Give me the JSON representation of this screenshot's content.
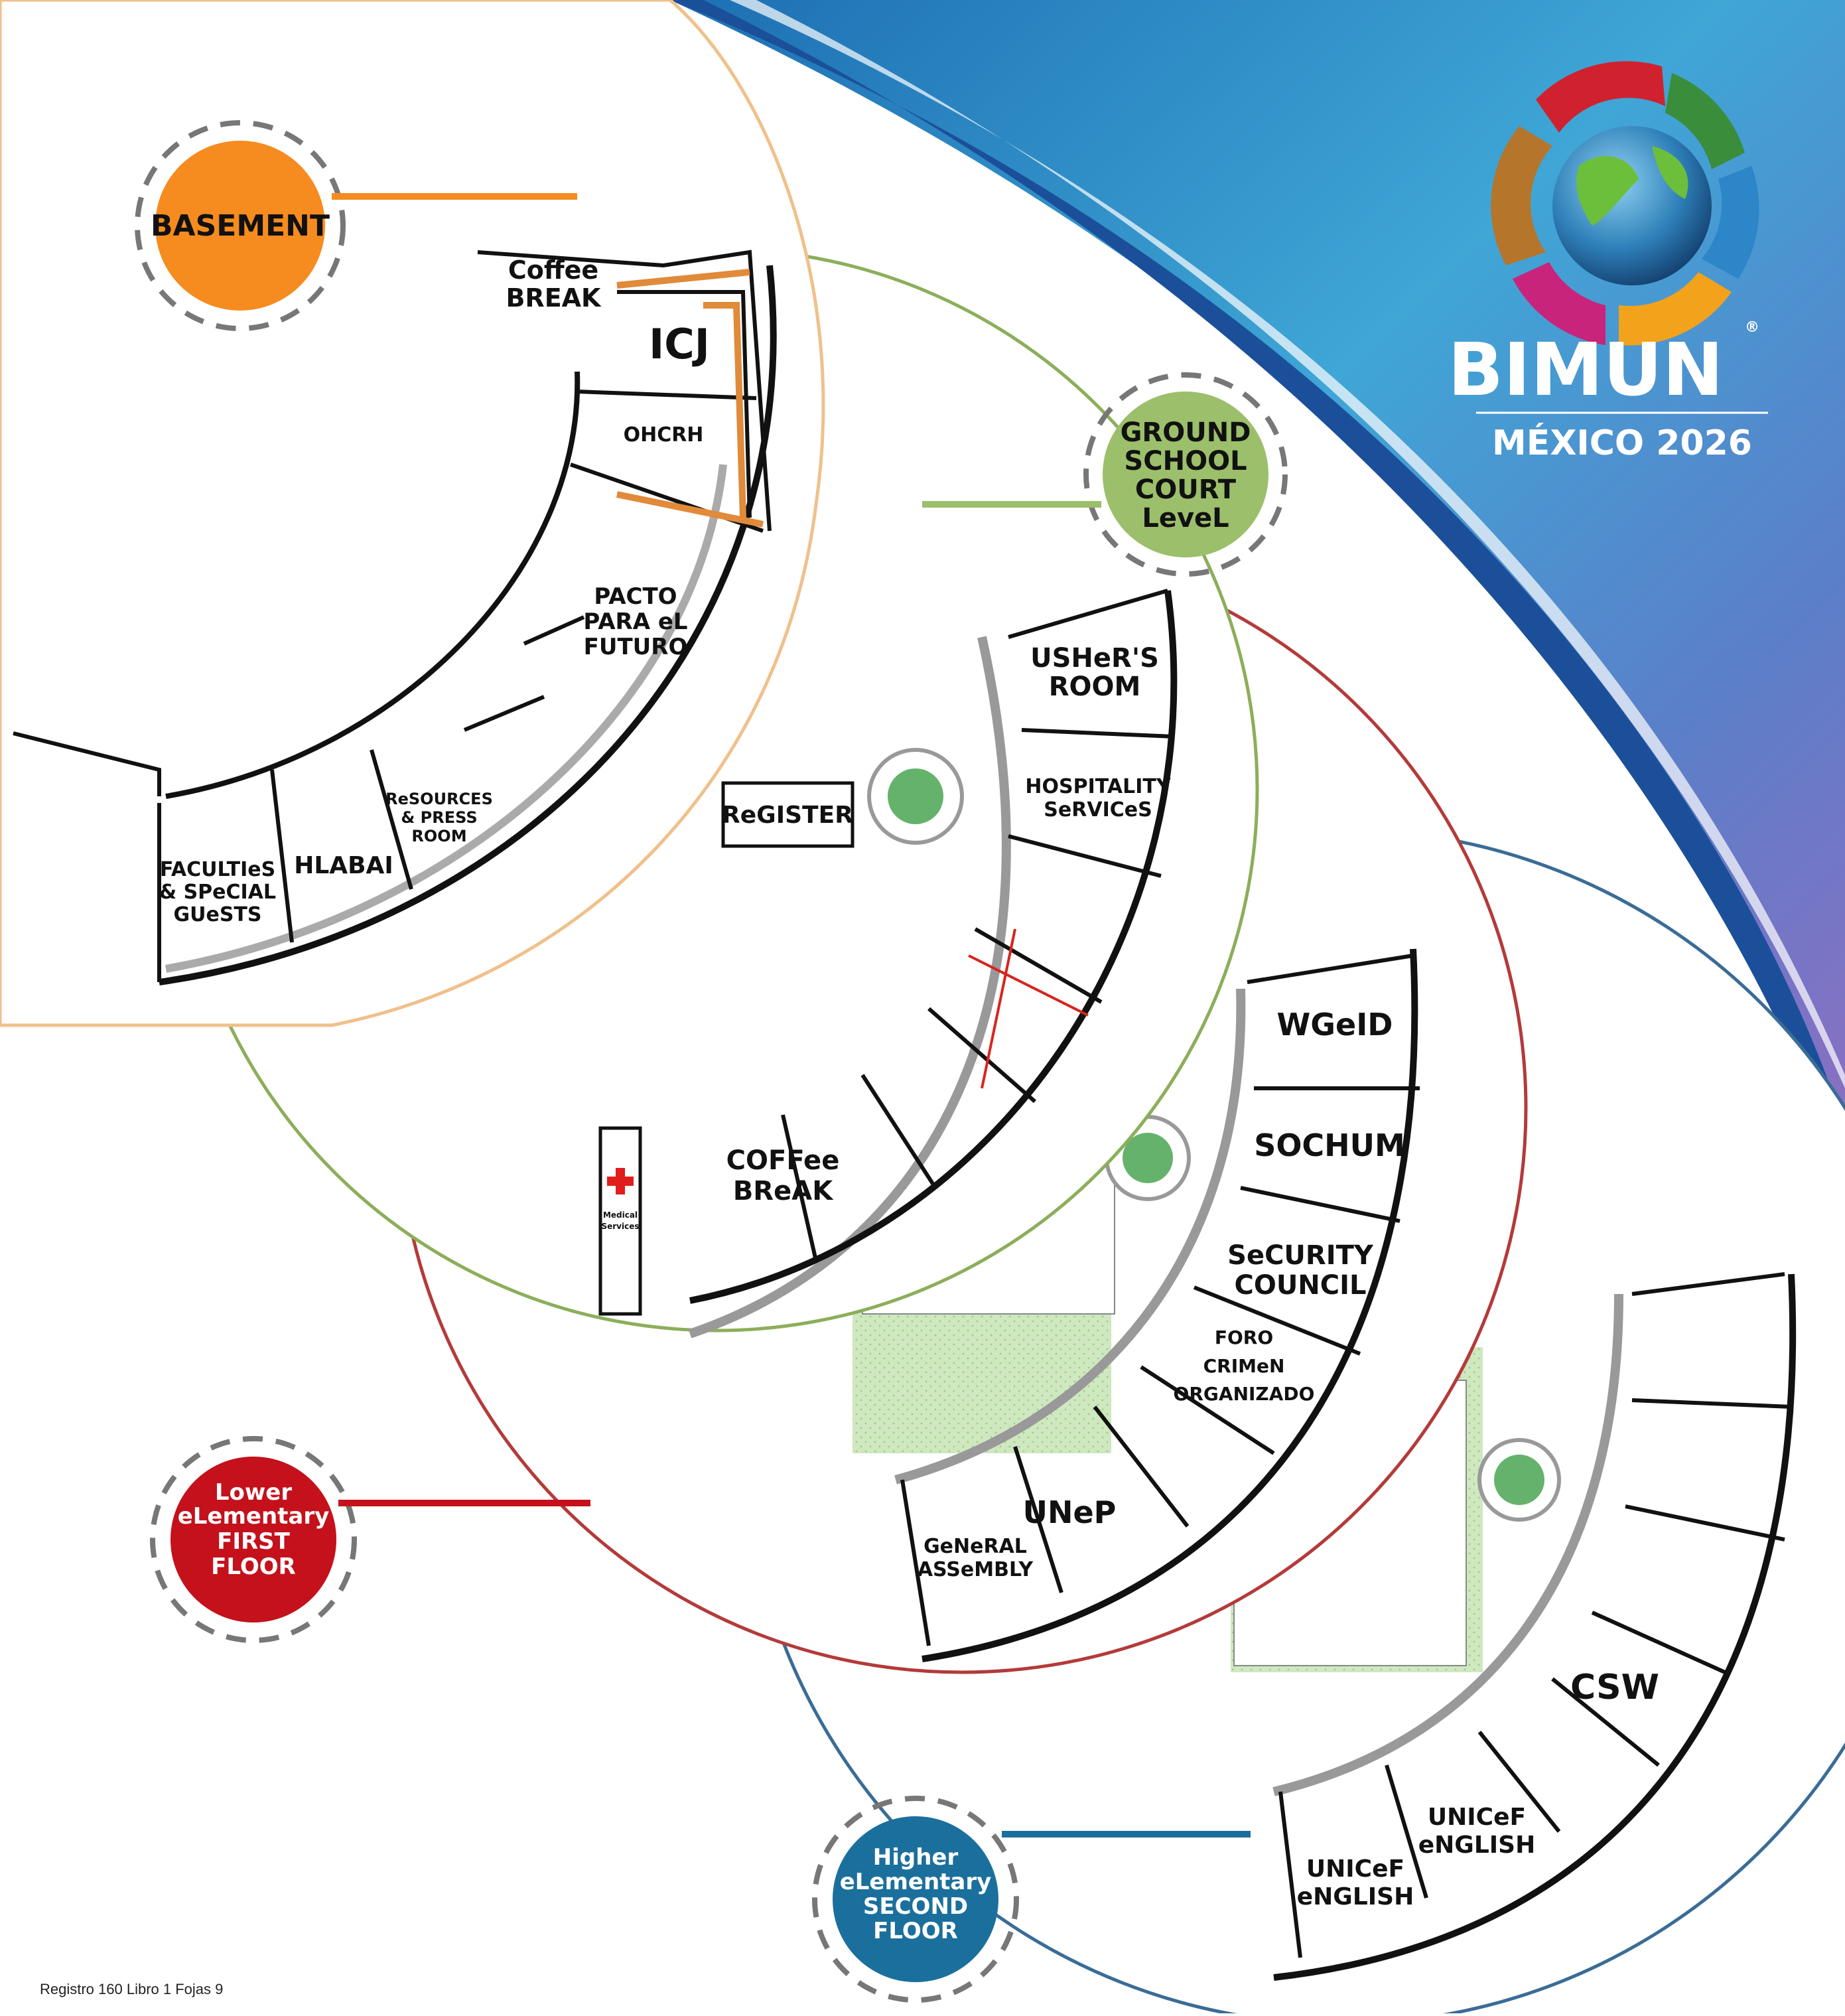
{
  "logo": {
    "name": "BIMUN",
    "subtitle": "MÉXICO 2026",
    "registered": "®"
  },
  "levels": {
    "basement": "BASEMENT",
    "ground": [
      "GROUND",
      "SCHOOL",
      "COURT",
      "LeveL"
    ],
    "lower": [
      "Lower",
      "eLementary",
      "FIRST",
      "FLOOR"
    ],
    "higher": [
      "Higher",
      "eLementary",
      "SECOND",
      "FLOOR"
    ]
  },
  "rooms": {
    "basement": {
      "coffee": [
        "Coffee",
        "BREAK"
      ],
      "icj": "ICJ",
      "ohcrh": "OHCRH",
      "pacto": [
        "PACTO",
        "PARA eL",
        "FUTURO"
      ],
      "resources": [
        "ReSOURCES",
        "& PRESS",
        "ROOM"
      ],
      "hlabai": "HLABAI",
      "faculties": [
        "FACULTIeS",
        "& SPeCIAL",
        "GUeSTS"
      ]
    },
    "ground": {
      "usher": [
        "USHeR'S",
        "ROOM"
      ],
      "hospitality": [
        "HOSPITALITY",
        "SeRVICeS"
      ],
      "register": "ReGISTER",
      "coffee": [
        "COFFee",
        "BReAK"
      ],
      "medical": [
        "Medical",
        "Services"
      ]
    },
    "lower": {
      "wgeid": "WGeID",
      "sochum": "SOCHUM",
      "security": [
        "SeCURITY",
        "COUNCIL"
      ],
      "foro": [
        "FORO",
        "CRIMeN",
        "ORGANIZADO"
      ],
      "unep": "UNeP",
      "general": [
        "GeNeRAL",
        "ASSeMBLY"
      ]
    },
    "higher": {
      "csw": "CSW",
      "unicef1": [
        "UNICeF",
        "eNGLISH"
      ],
      "unicef2": [
        "UNICeF",
        "eNGLISH"
      ]
    }
  },
  "colors": {
    "basement": "#f68b1f",
    "ground": "#9cbf6b",
    "lower": "#c4111b",
    "higher": "#1b6f9c",
    "blueBand": "#1b4f9a"
  },
  "footer": "Registro 160 Libro 1 Fojas 9"
}
